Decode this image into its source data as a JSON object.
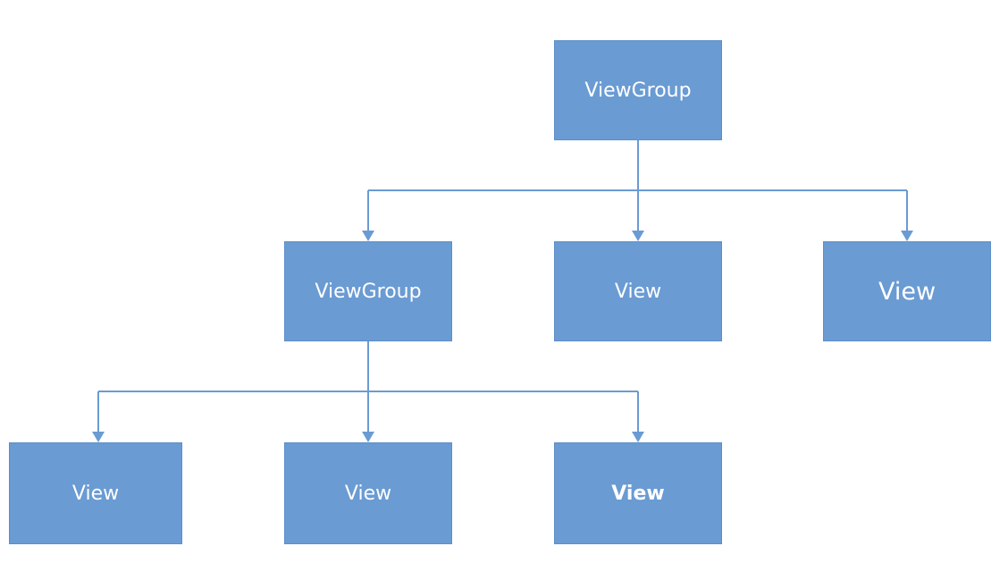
{
  "diagram": {
    "root": {
      "label": "ViewGroup"
    },
    "level2": [
      {
        "label": "ViewGroup"
      },
      {
        "label": "View"
      },
      {
        "label": "View"
      }
    ],
    "level3": [
      {
        "label": "View"
      },
      {
        "label": "View"
      },
      {
        "label": "View"
      }
    ]
  },
  "colors": {
    "node_fill": "#6a9bd3",
    "connector": "#6a9bd3",
    "node_text": "#ffffff",
    "background": "#ffffff"
  }
}
